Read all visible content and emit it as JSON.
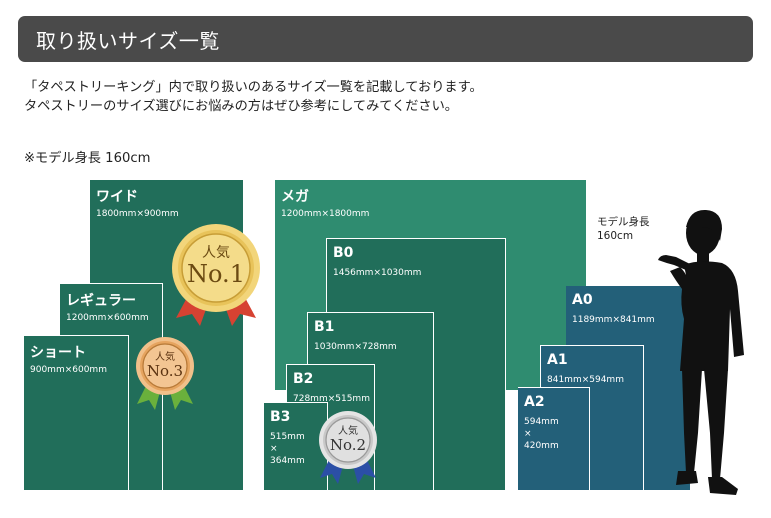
{
  "header": {
    "title": "取り扱いサイズ一覧"
  },
  "intro": {
    "line1": "「タペストリーキング」内で取り扱いのあるサイズ一覧を記載しております。",
    "line2": "タペストリーのサイズ選びにお悩みの方はぜひ参考にしてみてください。"
  },
  "model_note": "※モデル身長 160cm",
  "sizes": {
    "wide": {
      "name": "ワイド",
      "dims": "1800mm×900mm"
    },
    "regular": {
      "name": "レギュラー",
      "dims": "1200mm×600mm"
    },
    "short": {
      "name": "ショート",
      "dims": "900mm×600mm"
    },
    "mega": {
      "name": "メガ",
      "dims": "1200mm×1800mm"
    },
    "b0": {
      "name": "B0",
      "dims": "1456mm×1030mm"
    },
    "b1": {
      "name": "B1",
      "dims": "1030mm×728mm"
    },
    "b2": {
      "name": "B2",
      "dims": "728mm×515mm"
    },
    "b3": {
      "name": "B3",
      "dims_line1": "515mm",
      "dims_line2": "×",
      "dims_line3": "364mm"
    },
    "a0": {
      "name": "A0",
      "dims": "1189mm×841mm"
    },
    "a1": {
      "name": "A1",
      "dims": "841mm×594mm"
    },
    "a2": {
      "name": "A2",
      "dims_line1": "594mm",
      "dims_line2": "×",
      "dims_line3": "420mm"
    }
  },
  "model": {
    "label_line1": "モデル身長",
    "label_line2": "160cm"
  },
  "badges": {
    "rank1": {
      "label": "人気",
      "rank": "No.1"
    },
    "rank2": {
      "label": "人気",
      "rank": "No.2"
    },
    "rank3": {
      "label": "人気",
      "rank": "No.3"
    }
  },
  "colors": {
    "header_bg": "#4a4a4a",
    "green_dark": "#216e5a",
    "green_mega": "#2f8c70",
    "teal_a": "#236079",
    "gold": "#e8c35a",
    "silver": "#c8c8c8",
    "bronze": "#e6a45f"
  }
}
